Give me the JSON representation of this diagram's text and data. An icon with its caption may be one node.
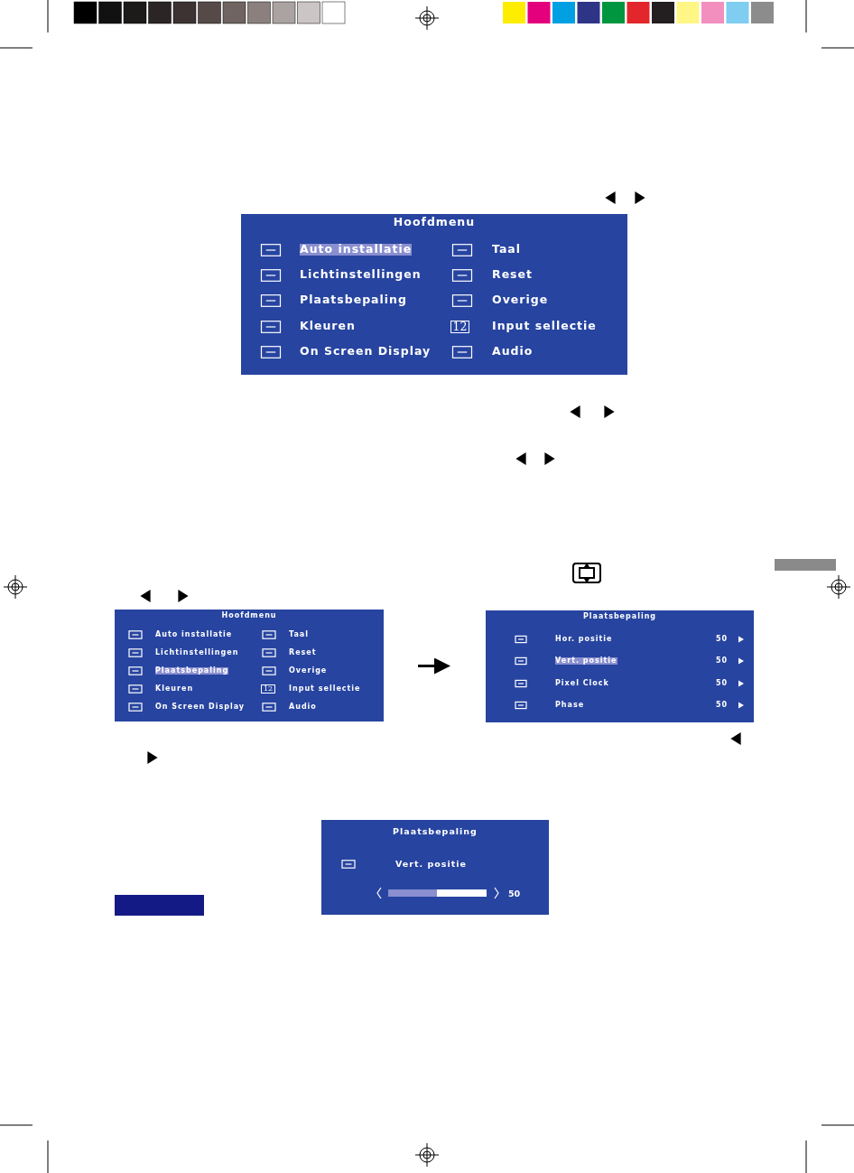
{
  "diagram": {
    "nodes": [
      {
        "text": [
          "Hoofdmenu",
          "Auto installatie",
          "Taal",
          "Lichtinstellingen",
          "Reset",
          "Plaatsbepaling",
          "Overige",
          "Kleuren",
          "Input sellectie",
          "On Screen Display",
          "Audio"
        ]
      },
      {
        "text": [
          "Hoofdmenu",
          "Auto installatie",
          "Taal",
          "Lichtinstellingen",
          "Reset",
          "Plaatsbepaling",
          "Overige",
          "Kleuren",
          "Input sellectie",
          "On Screen Display",
          "Audio"
        ]
      },
      {
        "text": [
          "Plaatsbepaling",
          "Hor. positie",
          "50",
          "Vert. positie",
          "50",
          "Pixel Clock",
          "50",
          "Phase",
          "50"
        ]
      },
      {
        "text": [
          "Plaatsbepaling",
          "Vert. positie",
          "50"
        ]
      },
      {
        "text": [],
        "shape": "box"
      }
    ],
    "edges": [
      {
        "from": 1,
        "to": 2,
        "arrow": "to"
      }
    ],
    "labels": [
      "12",
      "12"
    ]
  }
}
